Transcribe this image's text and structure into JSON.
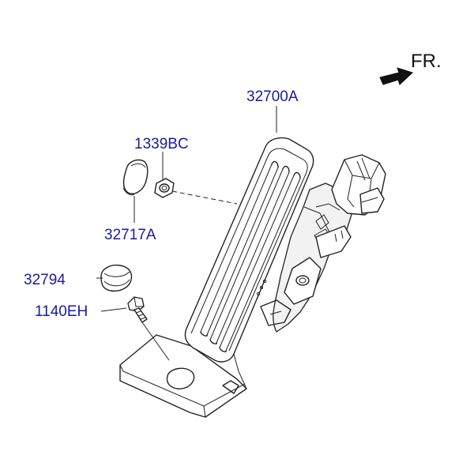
{
  "direction": {
    "label": "FR."
  },
  "parts": {
    "pedal_assembly": "32700A",
    "nut": "1339BC",
    "cover": "32717A",
    "stopper": "32794",
    "bolt": "1140EH"
  },
  "colors": {
    "label": "#1a1aa6",
    "line": "#222222",
    "background": "#ffffff"
  }
}
